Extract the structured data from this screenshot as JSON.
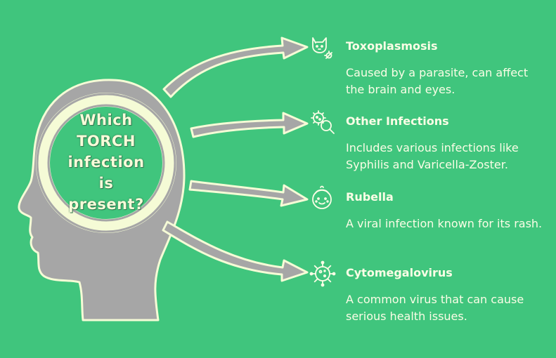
{
  "head": {
    "lines": [
      "Which",
      "TORCH",
      "infection",
      "is",
      "present?"
    ]
  },
  "items": [
    {
      "title": "Toxoplasmosis",
      "description": "Caused by a parasite, can affect the brain and eyes.",
      "icon": "cat-parasite-icon"
    },
    {
      "title": "Other Infections",
      "description": "Includes various infections like Syphilis and Varicella-Zoster.",
      "icon": "virus-magnifier-icon"
    },
    {
      "title": "Rubella",
      "description": "A viral infection known for its rash.",
      "icon": "child-rash-icon"
    },
    {
      "title": "Cytomegalovirus",
      "description": "A common virus that can cause serious health issues.",
      "icon": "virus-icon"
    }
  ],
  "colors": {
    "background": "#40c57d",
    "head_fill": "#a6a6a6",
    "head_outline": "#f5fbd6",
    "arrow_fill": "#a6a6a6",
    "text": "#fbfde6"
  }
}
